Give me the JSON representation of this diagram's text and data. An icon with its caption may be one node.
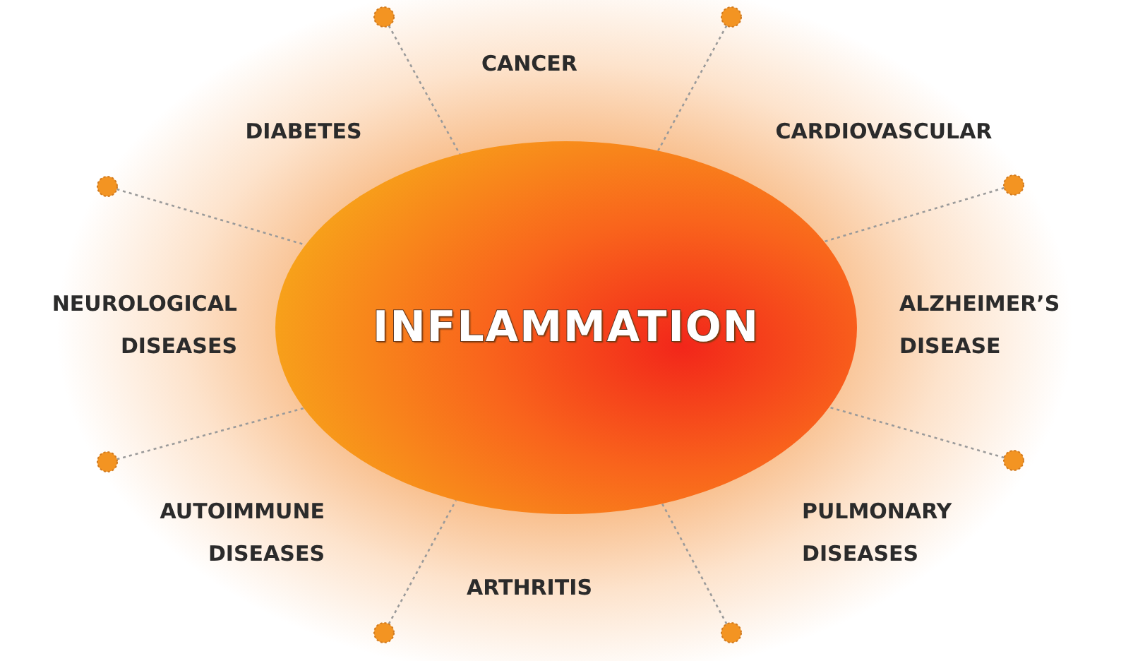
{
  "diagram": {
    "nodes": [
      {
        "text": [
          "INFLAMMATION"
        ]
      },
      {
        "text": [],
        "shape": "circle"
      },
      {
        "text": [],
        "shape": "circle"
      },
      {
        "text": [],
        "shape": "circle"
      },
      {
        "text": [],
        "shape": "circle"
      },
      {
        "text": [],
        "shape": "circle"
      },
      {
        "text": [],
        "shape": "circle"
      },
      {
        "text": [],
        "shape": "circle"
      },
      {
        "text": [],
        "shape": "circle"
      }
    ],
    "edges": [
      {
        "from": 1,
        "to": 0,
        "arrow": "none",
        "style": "dashed"
      },
      {
        "from": 2,
        "to": 0,
        "arrow": "none",
        "style": "dashed"
      },
      {
        "from": 3,
        "to": 0,
        "arrow": "none",
        "style": "dashed"
      },
      {
        "from": 4,
        "to": 0,
        "arrow": "none",
        "style": "dashed"
      },
      {
        "from": 5,
        "to": 0,
        "arrow": "none",
        "style": "dashed"
      },
      {
        "from": 6,
        "to": 0,
        "arrow": "none",
        "style": "dashed"
      },
      {
        "from": 7,
        "to": 0,
        "arrow": "none",
        "style": "dashed"
      },
      {
        "from": 8,
        "to": 0,
        "arrow": "none",
        "style": "dashed"
      }
    ],
    "labels": [
      "CANCER",
      "DIABETES",
      "CARDIOVASCULAR",
      "NEUROLOGICAL DISEASES",
      "ALZHEIMER’S DISEASE",
      "AUTOIMMUNE DISEASES",
      "PULMONARY DISEASES",
      "ARTHRITIS"
    ]
  }
}
